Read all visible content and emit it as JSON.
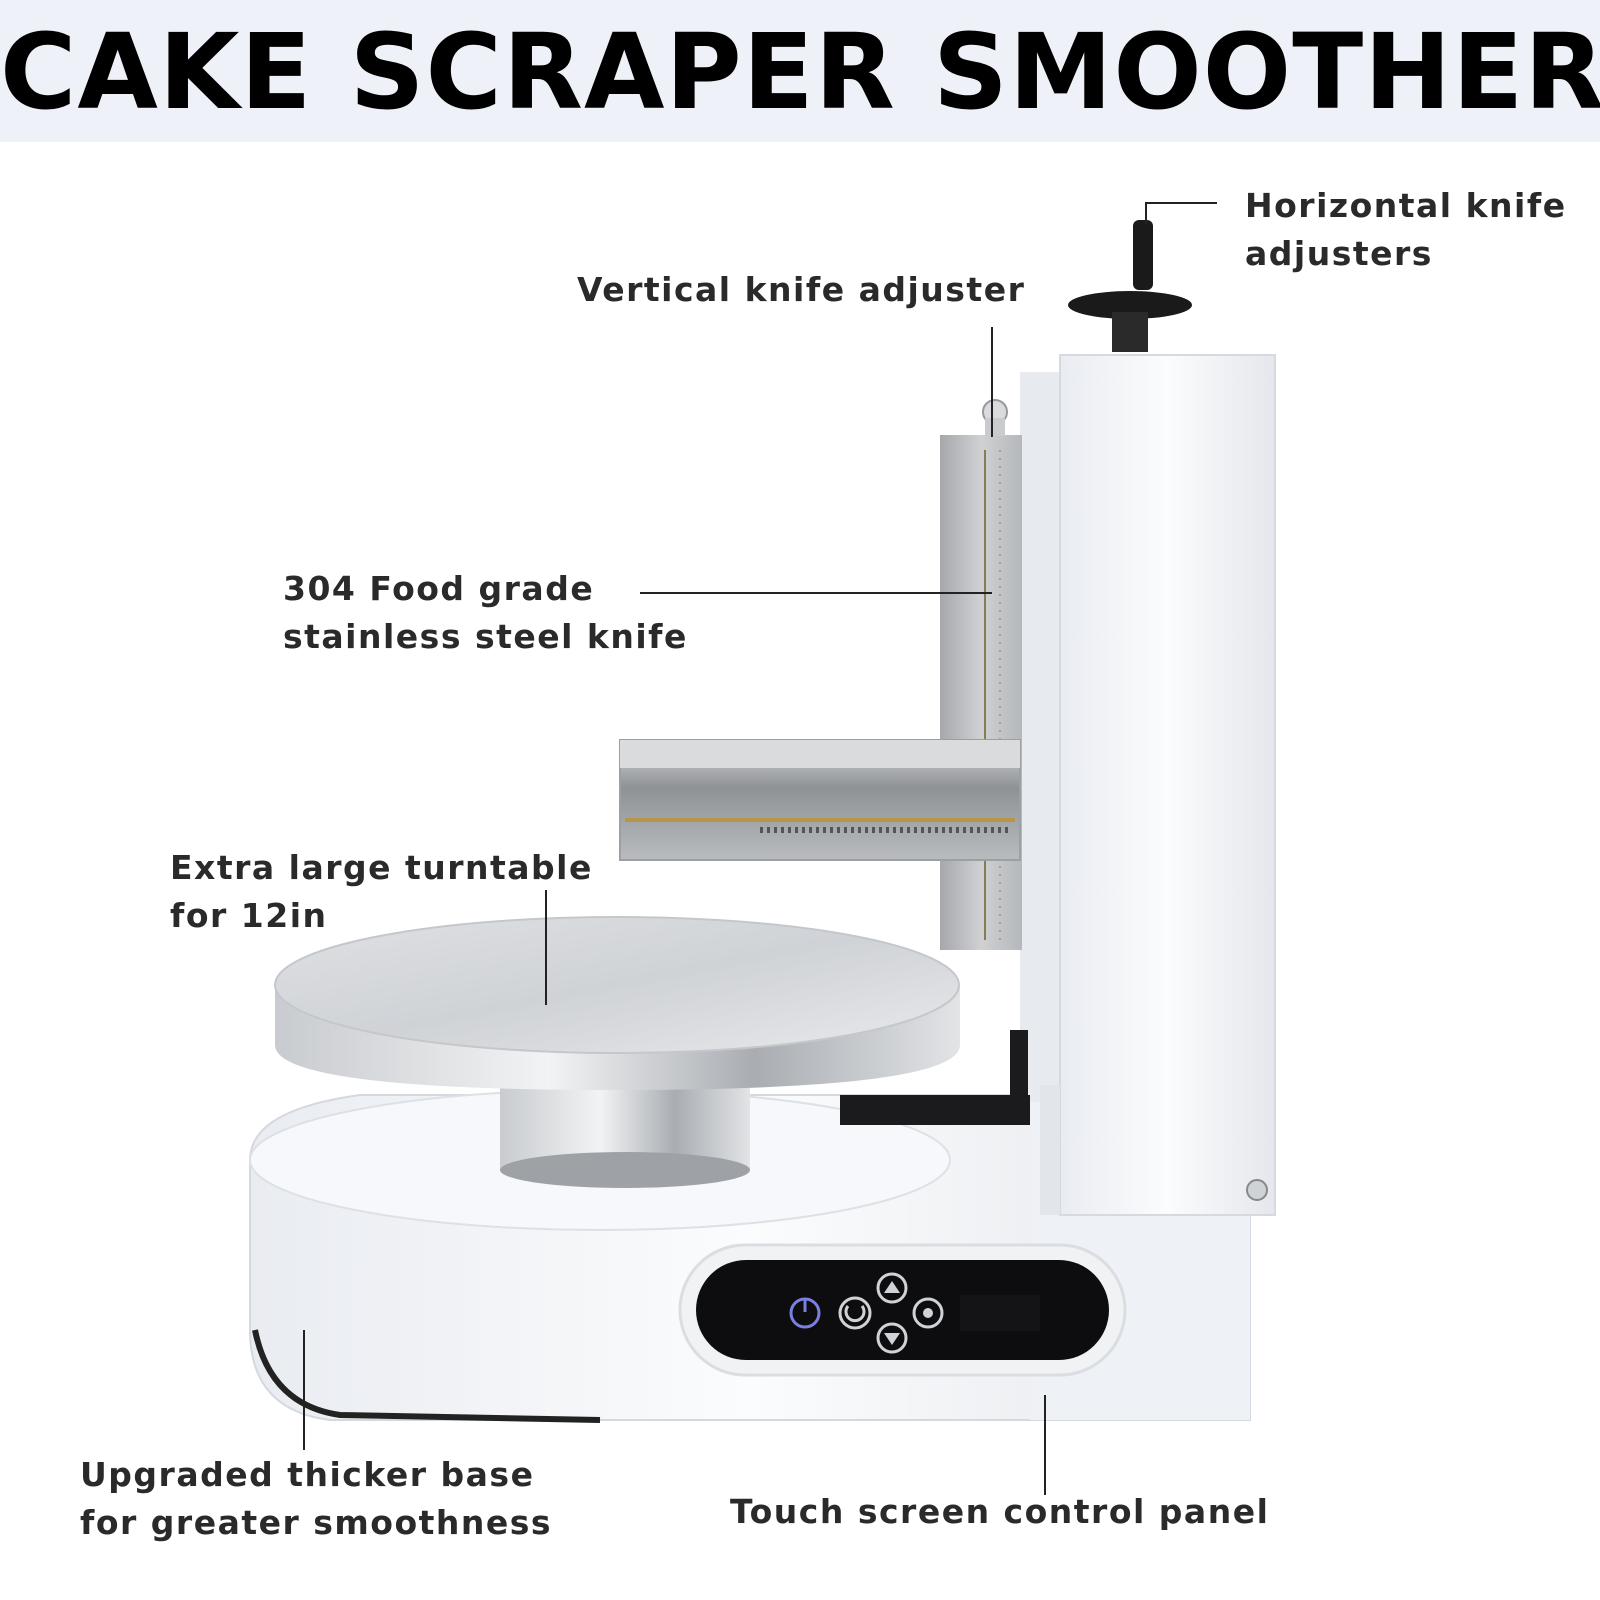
{
  "title": "CAKE SCRAPER SMOOTHER",
  "labels": {
    "horizontal_knife": [
      "Horizontal knife",
      "adjusters"
    ],
    "vertical_knife": "Vertical knife adjuster",
    "steel_knife": [
      "304 Food grade",
      "stainless steel knife"
    ],
    "turntable": [
      "Extra large turntable",
      "for 12in"
    ],
    "base": [
      "Upgraded thicker base",
      "for greater smoothness"
    ],
    "control_panel": "Touch screen control panel"
  },
  "colors": {
    "header_bg": "#eef1f7",
    "body_white": "#f4f6f9",
    "panel_black": "#0d0d0f",
    "steel": "#bfc2c6",
    "icon_blue": "#7b7fe0"
  },
  "icons": [
    "power-icon",
    "rotate-icon",
    "up-arrow-icon",
    "settings-icon",
    "down-arrow-icon"
  ]
}
